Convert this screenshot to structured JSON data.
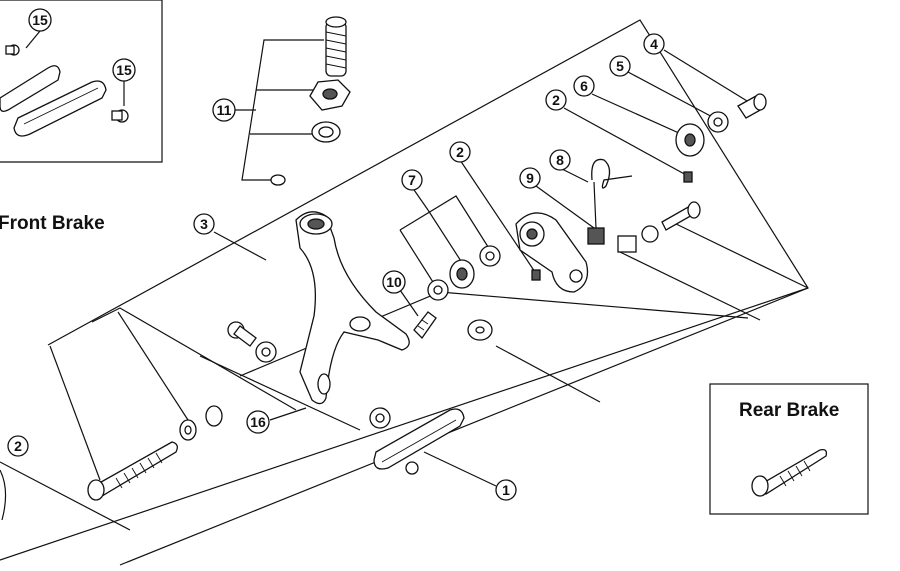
{
  "diagram": {
    "labels": {
      "front_brake": "Front Brake",
      "rear_brake": "Rear Brake"
    },
    "callouts": [
      "1",
      "2",
      "2",
      "2",
      "3",
      "4",
      "5",
      "6",
      "7",
      "8",
      "9",
      "10",
      "11",
      "15",
      "15",
      "16"
    ]
  }
}
